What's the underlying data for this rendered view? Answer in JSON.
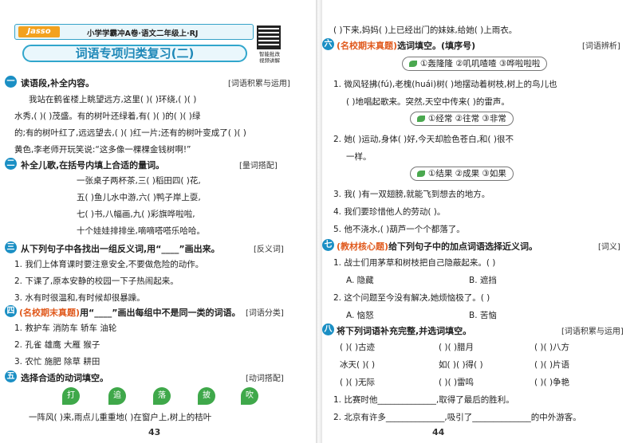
{
  "left": {
    "brand": "Jasso",
    "header": "小学学霸冲A卷·语文二年级上·RJ",
    "qr_caption": [
      "智能批改",
      "视频讲解"
    ],
    "title": "词语专项归类复习(二)",
    "s1": {
      "num": "一",
      "title": "读语段,补全内容。",
      "bracket": "[词语积累与运用]",
      "lines": [
        "我站在鹤雀楼上眺望远方,这里(      )(      )环绕,(      )(      )",
        "水秀,(      )(      )茂盛。有的树叶还绿着,有(      )(      )的(      )(      )绿",
        "的;有的树叶红了,远远望去,(      )(      )红一片;还有的树叶变成了(      )(      )",
        "黄色,李老师开玩笑说:“这多像一棵棵金钱树啊!”"
      ]
    },
    "s2": {
      "num": "二",
      "title": "补全儿歌,在括号内填上合适的量词。",
      "bracket": "[量词搭配]",
      "lines": [
        "一张桌子两杯茶,三(      )稻田四(      )花,",
        "五(      )鱼儿水中游,六(      )鸭子岸上耍,",
        "七(      )书,八幅画,九(      )彩旗哗啦啦,",
        "十个娃娃排排坐,嘀嘀嗒嗒乐哈哈。"
      ]
    },
    "s3": {
      "num": "三",
      "title": "从下列句子中各找出一组反义词,用“____”画出来。",
      "bracket": "[反义词]",
      "lines": [
        "1. 我们上体育课时要注意安全,不要做危险的动作。",
        "2. 下课了,原本安静的校园一下子热闹起来。",
        "3. 水有时很温和,有时候却很暴躁。"
      ]
    },
    "s4": {
      "num": "四",
      "tag": "(名校期末真题)",
      "title": "用“____”画出每组中不是同一类的词语。",
      "bracket": "[词语分类]",
      "lines": [
        "1. 救护车    消防车    轿车    油轮",
        "2. 孔雀    雄鹰    大雁    猴子",
        "3. 农忙    施肥    除草    耕田"
      ]
    },
    "s5": {
      "num": "五",
      "title": "选择合适的动词填空。",
      "bracket": "[动词搭配]",
      "words": [
        "打",
        "追",
        "落",
        "披",
        "吹"
      ],
      "line": "一阵风(      )来,雨点儿重重地(      )在窗户上,树上的桔叶"
    },
    "page_number": "43"
  },
  "right": {
    "top_line": "(      )下来,妈妈(      )上已经出门的妹妹,给她(      )上雨衣。",
    "s6": {
      "num": "六",
      "tag": "(名校期末真题)",
      "title": "选词填空。(填序号)",
      "bracket": "[词语辨析]",
      "opts1": "①轰隆隆    ②叽叽喳喳    ③哗啦啦啦",
      "q1": [
        "1. 微风轻拂(fú),老槐(huái)树(      )地摆动着树枝,树上的鸟儿也",
        "(      )地唱起歌来。突然,天空中传来(      )的雷声。"
      ],
      "opts2": "①经常    ②往常    ③非常",
      "q2": [
        "2. 她(      )运动,身体(      )好,今天却脸色苍白,和(      )很不",
        "一样。"
      ],
      "opts3": "①结果    ②成果    ③如果",
      "q3": [
        "3. 我(      )有一双翅膀,就能飞到想去的地方。",
        "4. 我们要珍惜他人的劳动(      )。",
        "5. 他不浇水,(      )葫芦一个个都落了。"
      ]
    },
    "s7": {
      "num": "七",
      "tag": "(教材核心题)",
      "title": "给下列句子中的加点词语选择近义词。",
      "bracket": "[词义]",
      "q1": "1. 战士们用茅草和树枝把自己隐蔽起来。(      )",
      "q1_opts": [
        "A. 隐藏",
        "B. 遮挡"
      ],
      "q2": "2. 这个问题至今没有解决,她烦恼极了。(      )",
      "q2_opts": [
        "A. 恼怒",
        "B. 苦恼"
      ]
    },
    "s8": {
      "num": "八",
      "title": "将下列词语补充完整,并选词填空。",
      "bracket": "[词语积累与运用]",
      "grid": [
        [
          "(    )(    )古迹",
          "(    )(    )腊月",
          "(    )(    )八方"
        ],
        [
          "冰天(    )(    )",
          "如(    )(    )得(    )",
          "(    )(    )片语"
        ],
        [
          "(    )(    )无际",
          "(    )(    )雷鸣",
          "(    )(    )争艳"
        ]
      ],
      "q1": "1. 比赛时他______________,取得了最后的胜利。",
      "q2": "2. 北京有许多______________,吸引了______________的中外游客。"
    },
    "page_number": "44"
  }
}
